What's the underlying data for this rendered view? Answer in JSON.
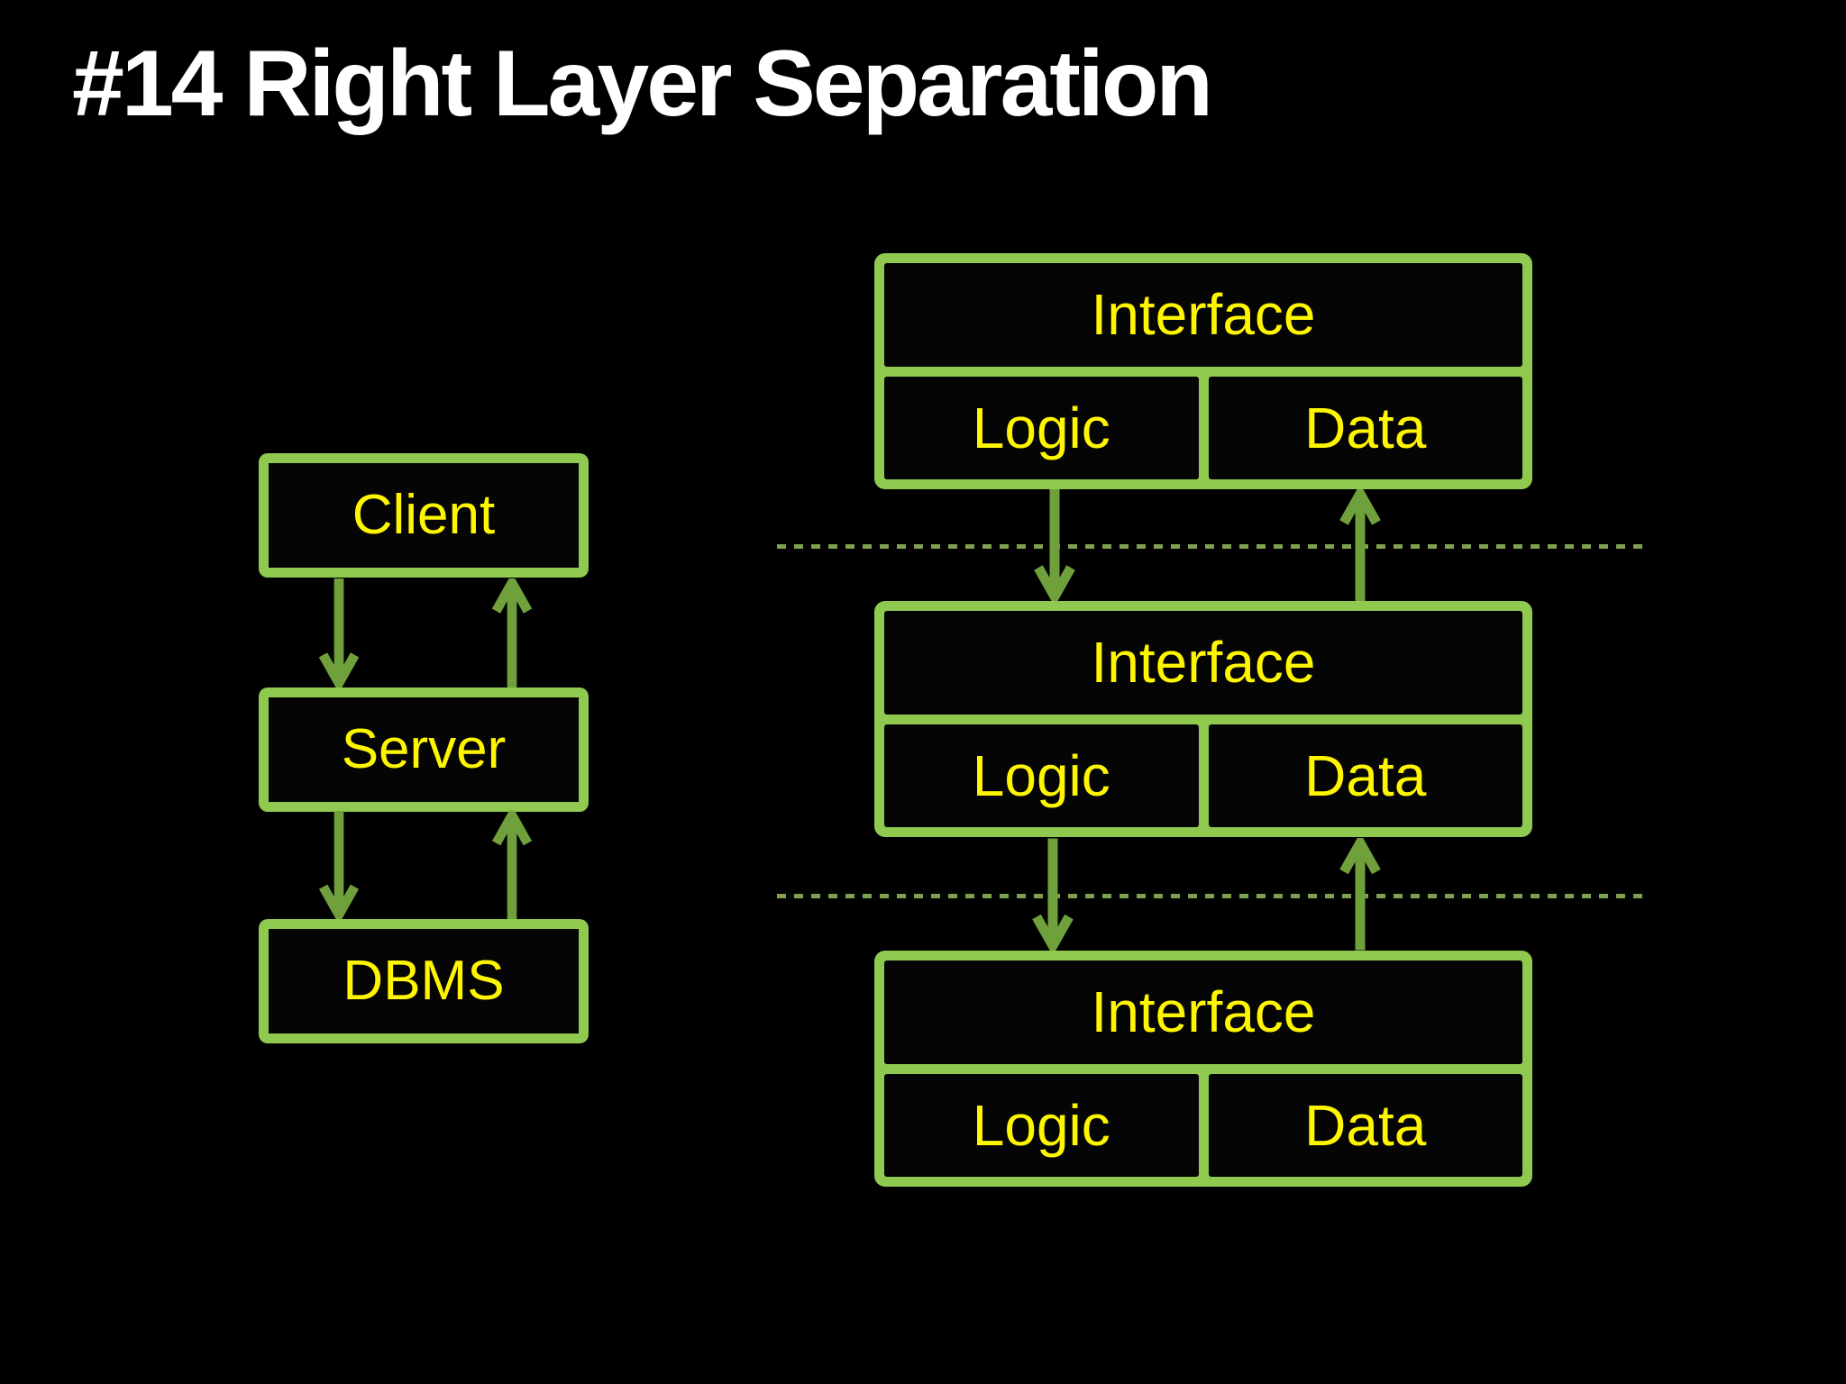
{
  "slide": {
    "title": "#14 Right Layer Separation"
  },
  "colors": {
    "background": "#000000",
    "title_text": "#ffffff",
    "box_border": "#8fc94f",
    "box_fill": "#050505",
    "label_text": "#fef600",
    "arrow": "#6fa03c",
    "dashed_line": "#7fa04f"
  },
  "icons": {
    "down_arrow": "down-arrow",
    "up_arrow": "up-arrow"
  },
  "left_stack": {
    "nodes": [
      {
        "label": "Client"
      },
      {
        "label": "Server"
      },
      {
        "label": "DBMS"
      }
    ]
  },
  "right_stack": {
    "layers": [
      {
        "interface_label": "Interface",
        "logic_label": "Logic",
        "data_label": "Data"
      },
      {
        "interface_label": "Interface",
        "logic_label": "Logic",
        "data_label": "Data"
      },
      {
        "interface_label": "Interface",
        "logic_label": "Logic",
        "data_label": "Data"
      }
    ]
  }
}
